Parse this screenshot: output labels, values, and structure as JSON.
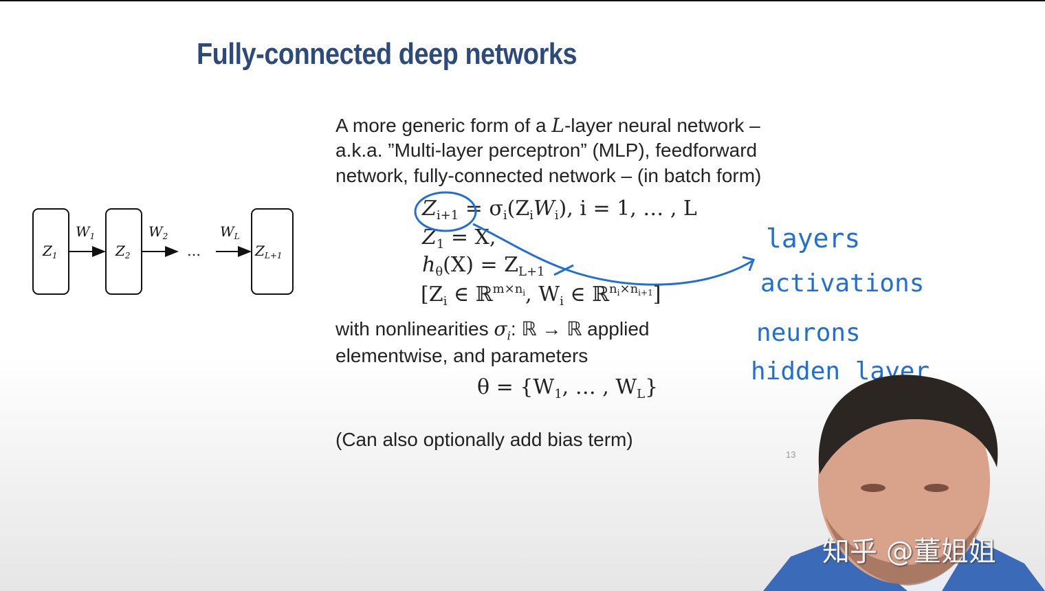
{
  "slide": {
    "title": "Fully-connected deep networks",
    "intro_line1_a": "A more generic form of a ",
    "intro_line1_L": "L",
    "intro_line1_b": "-layer neural network –",
    "intro_line2": "a.k.a. ”Multi-layer perceptron” (MLP), feedforward",
    "intro_line3": "network, fully-connected network – (in batch form)",
    "eq1_lhs": "Z",
    "eq1_lhs_sub": "i+1",
    "eq1_rhs_a": " = σ",
    "eq1_rhs_sigma_sub": "i",
    "eq1_rhs_b": "(Z",
    "eq1_rhs_Z_sub": "i",
    "eq1_rhs_c": "W",
    "eq1_rhs_W_sub": "i",
    "eq1_rhs_d": "), i = 1, … , L",
    "eq2_a": "Z",
    "eq2_sub": "1",
    "eq2_b": " = X,",
    "eq3_a": "h",
    "eq3_sub": "θ",
    "eq3_b": "(X) = Z",
    "eq3_sub2": "L+1",
    "eq4_a": "[Z",
    "eq4_sub1": "i",
    "eq4_b": " ∈ ℝ",
    "eq4_sup1": "m×n",
    "eq4_sup1_sub": "i",
    "eq4_c": ", W",
    "eq4_sub2": "i",
    "eq4_d": " ∈ ℝ",
    "eq4_sup2": "n",
    "eq4_sup2_a_sub": "i",
    "eq4_sup2_b": "×n",
    "eq4_sup2_b_sub": "i+1",
    "eq4_e": "]",
    "nonlin_a": "with nonlinearities ",
    "nonlin_sigma": "σ",
    "nonlin_sigma_sub": "i",
    "nonlin_b": ": ℝ → ℝ applied",
    "nonlin_line2": "elementwise, and parameters",
    "theta_a": "θ = {W",
    "theta_sub1": "1",
    "theta_b": ", … , W",
    "theta_sub2": "L",
    "theta_c": "}",
    "bias_note": "(Can also optionally add bias term)",
    "page_number": "13"
  },
  "diagram": {
    "node1": "Z",
    "node1_sub": "1",
    "node2": "Z",
    "node2_sub": "2",
    "node3": "Z",
    "node3_sub": "L+1",
    "edge1": "W",
    "edge1_sub": "1",
    "edge2": "W",
    "edge2_sub": "2",
    "edge3": "W",
    "edge3_sub": "L",
    "ellipsis": "…"
  },
  "annotations": {
    "word1": "layers",
    "word2": "activations",
    "word3": "neurons",
    "word4": "hidden layer"
  },
  "watermark": "知乎 @董姐姐",
  "colors": {
    "title": "#2c4a7c",
    "ink": "#1f6fd6",
    "body_text": "#222222"
  }
}
